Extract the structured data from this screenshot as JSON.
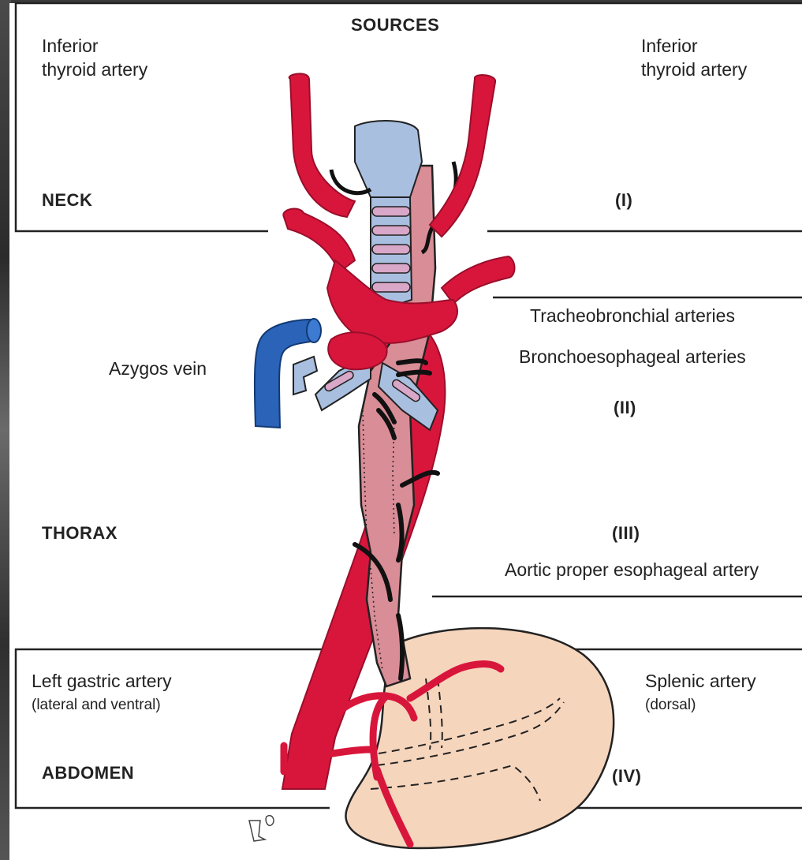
{
  "title": "SOURCES",
  "regions": {
    "neck": "NECK",
    "thorax": "THORAX",
    "abdomen": "ABDOMEN"
  },
  "left_labels": {
    "inferior_thyroid_1": "Inferior",
    "inferior_thyroid_2": "thyroid artery",
    "azygos": "Azygos vein",
    "left_gastric": "Left gastric artery",
    "left_gastric_note": "(lateral and ventral)"
  },
  "right_labels": {
    "inferior_thyroid_1": "Inferior",
    "inferior_thyroid_2": "thyroid artery",
    "roman_1": "(I)",
    "tracheobronchial": "Tracheobronchial arteries",
    "bronchoesophageal": "Bronchoesophageal arteries",
    "roman_2": "(II)",
    "roman_3": "(III)",
    "aortic_proper": "Aortic proper esophageal artery",
    "splenic": "Splenic artery",
    "splenic_note": "(dorsal)",
    "roman_4": "(IV)"
  },
  "colors": {
    "artery": "#d8163c",
    "vein": "#2a63b8",
    "trachea": "#a9bfe0",
    "esophagus": "#d98d96",
    "stomach": "#f6d5bd",
    "frame": "#2b2b2b"
  }
}
